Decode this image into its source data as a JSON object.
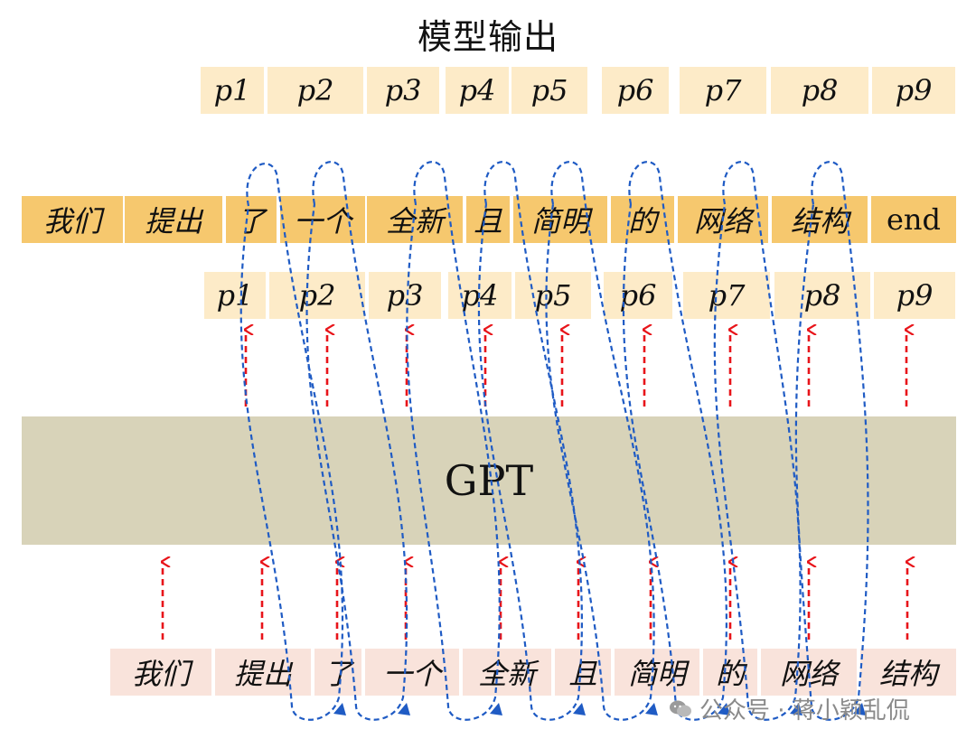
{
  "title": "模型输出",
  "gpt_label": "GPT",
  "output_positions": [
    "p1",
    "p2",
    "p3",
    "p4",
    "p5",
    "p6",
    "p7",
    "p8",
    "p9"
  ],
  "middle_tokens": [
    "我们",
    "提出",
    "了",
    "一个",
    "全新",
    "且",
    "简明",
    "的",
    "网络",
    "结构",
    "end"
  ],
  "middle_positions": [
    "p1",
    "p2",
    "p3",
    "p4",
    "p5",
    "p6",
    "p7",
    "p8",
    "p9"
  ],
  "input_tokens": [
    "我们",
    "提出",
    "了",
    "一个",
    "全新",
    "且",
    "简明",
    "的",
    "网络",
    "结构"
  ],
  "watermark": "公众号 · 蒋小颖乱侃",
  "colors": {
    "output_cell": "#fdebc8",
    "token_cell": "#f6c86e",
    "input_cell": "#f9e3db",
    "gpt_block": "#d8d3b9",
    "arrow_red": "#e8141a",
    "loop_blue": "#1f5bc4"
  }
}
